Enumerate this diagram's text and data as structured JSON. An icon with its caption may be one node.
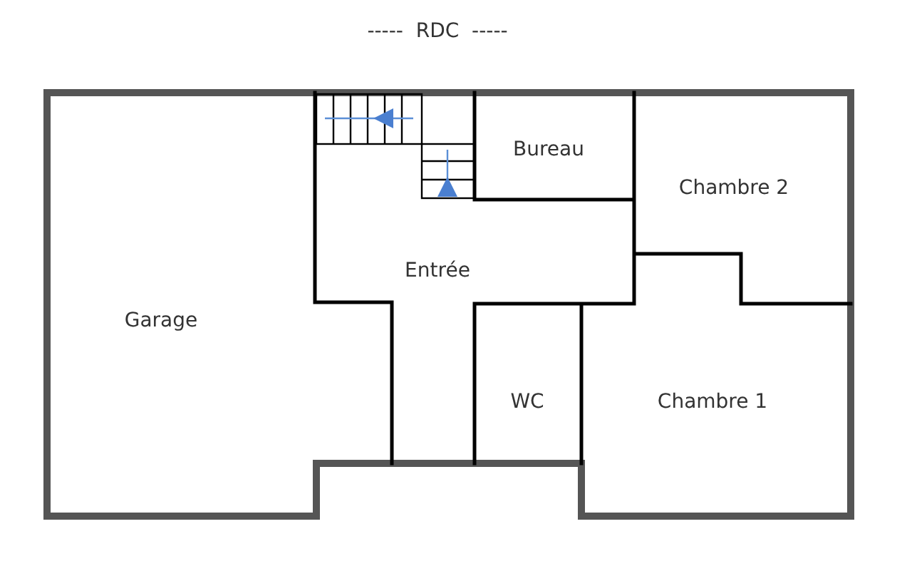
{
  "diagram": {
    "title": "-----  RDC  -----",
    "nodes": [
      {
        "text": [
          "Bureau"
        ]
      },
      {
        "text": [
          "Chambre 2"
        ]
      },
      {
        "text": [
          "Entrée"
        ]
      },
      {
        "text": [
          "Garage"
        ]
      },
      {
        "text": [
          "WC"
        ]
      },
      {
        "text": [
          "Chambre 1"
        ]
      }
    ]
  }
}
